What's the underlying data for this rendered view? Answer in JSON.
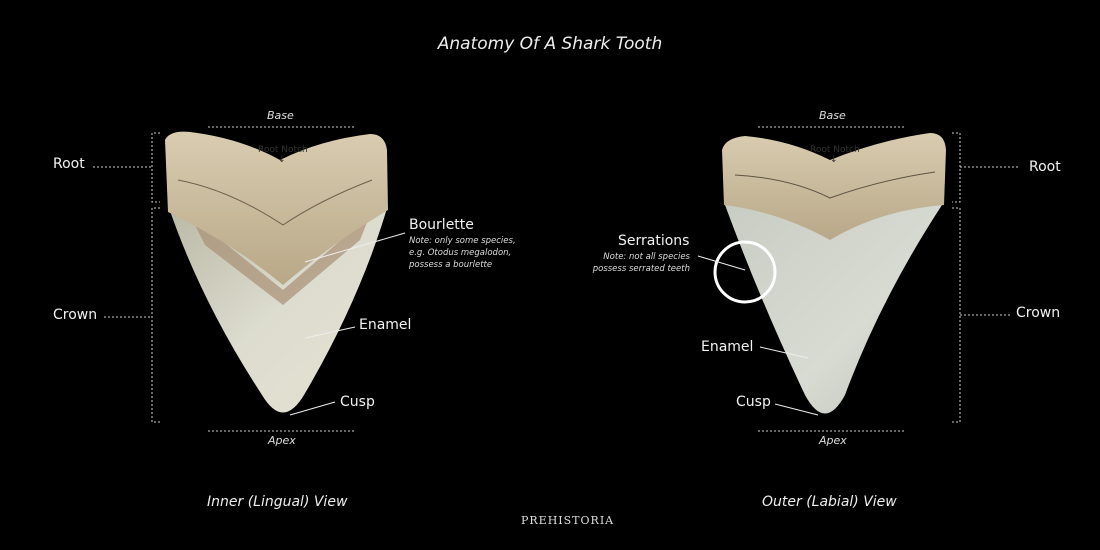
{
  "title": "Anatomy Of A Shark Tooth",
  "left": {
    "view": "Inner (Lingual) View",
    "base": "Base",
    "apex": "Apex",
    "root_notch": "Root Notch",
    "root": "Root",
    "crown": "Crown",
    "bourlette": "Bourlette",
    "bourlette_note": [
      "Note: only some species,",
      "e.g. Otodus megalodon,",
      "possess a bourlette"
    ],
    "enamel": "Enamel",
    "cusp": "Cusp"
  },
  "right": {
    "view": "Outer (Labial) View",
    "base": "Base",
    "apex": "Apex",
    "root_notch": "Root Notch",
    "root": "Root",
    "crown": "Crown",
    "serrations": "Serrations",
    "serrations_note": [
      "Note: not all species",
      "possess serrated teeth"
    ],
    "enamel": "Enamel",
    "cusp": "Cusp"
  },
  "logo": "PREHISTORIA",
  "colors": {
    "background": "#000000",
    "root": "#c9b89a",
    "crown": "#cfd0c2"
  }
}
